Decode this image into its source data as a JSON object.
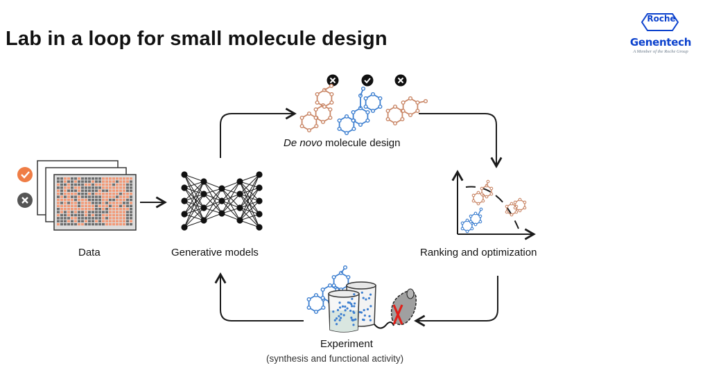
{
  "header": {
    "title": "Lab in a loop for small molecule design",
    "logo_brand": "Roche",
    "logo_company": "Genentech",
    "logo_tagline": "A Member of the Roche Group"
  },
  "nodes": {
    "data": {
      "label": "Data"
    },
    "generative": {
      "label": "Generative models"
    },
    "design": {
      "label_italic": "De novo",
      "label_rest": " molecule design"
    },
    "ranking": {
      "label": "Ranking and optimization"
    },
    "experiment": {
      "label": "Experiment",
      "sublabel": "(synthesis and functional activity)"
    }
  },
  "colors": {
    "accent_orange": "#ef7d45",
    "molecule_brown": "#c98666",
    "molecule_blue": "#3d7fd0",
    "dark": "#1a1a1a",
    "grey": "#555555",
    "roche_blue": "#0b41cd",
    "heat_orange": "#f29a78"
  }
}
